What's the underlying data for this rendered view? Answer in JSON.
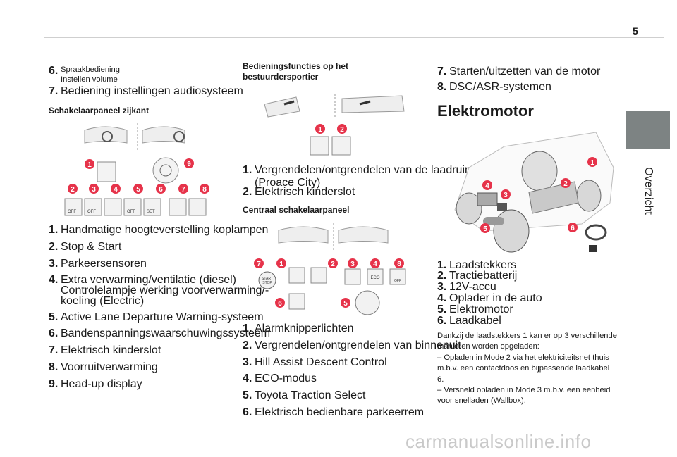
{
  "page": {
    "number": "5",
    "side_tab": "Overzicht",
    "watermark": "carmanualsonline.info"
  },
  "col1": {
    "top_items": [
      {
        "n": "6.",
        "t": "Spraakbediening\nInstellen volume"
      },
      {
        "n": "7.",
        "t": "Bediening instellingen audiosysteem"
      }
    ],
    "heading": "Schakelaarpaneel zijkant",
    "figure_badges": [
      "1",
      "2",
      "3",
      "4",
      "5",
      "6",
      "7",
      "8",
      "9"
    ],
    "figure_labels": [
      "OFF",
      "OFF",
      "OFF",
      "SET"
    ],
    "items": [
      {
        "n": "1.",
        "t": "Handmatige hoogteverstelling koplampen"
      },
      {
        "n": "2.",
        "t": "Stop & Start"
      },
      {
        "n": "3.",
        "t": "Parkeersensoren"
      },
      {
        "n": "4.",
        "t": "Extra verwarming/ventilatie (diesel)\nControlelampje werking voorverwarming/-\nkoeling (Electric)"
      },
      {
        "n": "5.",
        "t": "Active Lane Departure Warning-systeem"
      },
      {
        "n": "6.",
        "t": "Bandenspanningswaarschuwingssysteem"
      },
      {
        "n": "7.",
        "t": "Elektrisch kinderslot"
      },
      {
        "n": "8.",
        "t": "Voorruitverwarming"
      },
      {
        "n": "9.",
        "t": "Head-up display"
      }
    ]
  },
  "col2": {
    "heading1": "Bedieningsfuncties op het\nbestuurdersportier",
    "figure1_badges": [
      "1",
      "2"
    ],
    "items1": [
      {
        "n": "1.",
        "t": "Vergrendelen/ontgrendelen van de laadruimte\n(Proace City)"
      },
      {
        "n": "2.",
        "t": "Elektrisch kinderslot"
      }
    ],
    "heading2": "Centraal schakelaarpaneel",
    "figure2_badges": [
      "7",
      "1",
      "2",
      "3",
      "4",
      "8",
      "6",
      "5"
    ],
    "figure2_labels": [
      "START",
      "STOP",
      "ECO",
      "OFF"
    ],
    "items2": [
      {
        "n": "1.",
        "t": "Alarmknipperlichten"
      },
      {
        "n": "2.",
        "t": "Vergrendelen/ontgrendelen van binnenuit"
      },
      {
        "n": "3.",
        "t": "Hill Assist Descent Control"
      },
      {
        "n": "4.",
        "t": "ECO-modus"
      },
      {
        "n": "5.",
        "t": "Toyota Traction Select"
      },
      {
        "n": "6.",
        "t": "Elektrisch bedienbare parkeerrem"
      }
    ]
  },
  "col3": {
    "top_items": [
      {
        "n": "7.",
        "t": "Starten/uitzetten van de motor"
      },
      {
        "n": "8.",
        "t": "DSC/ASR-systemen"
      }
    ],
    "title": "Elektromotor",
    "figure_badges": [
      "1",
      "2",
      "3",
      "4",
      "5",
      "6"
    ],
    "items": [
      {
        "n": "1.",
        "t": "Laadstekkers"
      },
      {
        "n": "2.",
        "t": "Tractiebatterij"
      },
      {
        "n": "3.",
        "t": "12V-accu"
      },
      {
        "n": "4.",
        "t": "Oplader in de auto"
      },
      {
        "n": "5.",
        "t": "Elektromotor"
      },
      {
        "n": "6.",
        "t": "Laadkabel"
      }
    ],
    "paragraph": "Dankzij de laadstekkers 1 kan er op 3 verschillende\nmanieren worden opgeladen:\n–  Opladen in Mode 2 via het elektriciteitsnet thuis\nm.b.v. een contactdoos en bijpassende laadkabel\n6.\n–  Versneld opladen in Mode 3 m.b.v. een eenheid\nvoor snelladen (Wallbox)."
  },
  "colors": {
    "badge": "#e6334a",
    "tab": "#7d8383"
  }
}
